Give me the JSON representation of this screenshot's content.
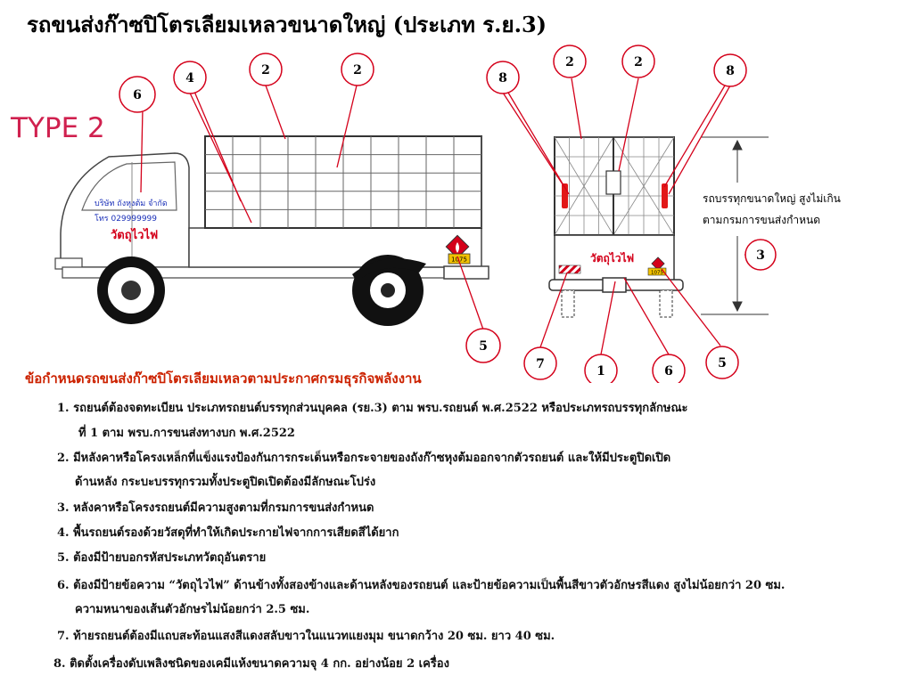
{
  "title": "รถขนส่งก๊าซปิโตรเลียมเหลวขนาดใหญ่ (ประเภท ร.ย.3)",
  "type_label": "TYPE 2",
  "truck_side": {
    "company_name": "บริษัท ถังหุงต้ม จำกัด",
    "phone": "โทร 029999999",
    "flammable_text": "วัตถุไวไฟ",
    "un_number": "1075"
  },
  "truck_rear": {
    "flammable_text": "วัตถุไวไฟ",
    "un_number": "1075"
  },
  "callouts": {
    "side": [
      "6",
      "4",
      "2",
      "2",
      "5"
    ],
    "rear_top": [
      "8",
      "2",
      "2",
      "8"
    ],
    "rear_bottom": [
      "7",
      "1",
      "6",
      "5"
    ],
    "height": "3"
  },
  "height_note": {
    "line1": "รถบรรทุกขนาดใหญ่ สูงไม่เกิน",
    "line2": "ตามกรมการขนส่งกำหนด"
  },
  "section_heading": "ข้อกำหนดรถขนส่งก๊าซปิโตรเลียมเหลวตามประกาศกรมธุรกิจพลังงาน",
  "rules": [
    "1.  รถยนต์ต้องจดทะเบียน  ประเภทรถยนต์บรรทุกส่วนบุคคล (รย.3) ตาม พรบ.รถยนต์ พ.ศ.2522  หรือประเภทรถบรรทุกลักษณะ",
    "ที่  1   ตาม  พรบ.การขนส่งทางบก  พ.ศ.2522",
    "2.  มีหลังคาหรือโครงเหล็กที่แข็งแรงป้องกันการกระเด็นหรือกระจายของถังก๊าซหุงต้มออกจากตัวรถยนต์ และให้มีประตูปิดเปิด",
    "ด้านหลัง กระบะบรรทุกรวมทั้งประตูปิดเปิดต้องมีลักษณะโปร่ง",
    "3.  หลังคาหรือโครงรถยนต์มีความสูงตามที่กรมการขนส่งกำหนด",
    "4.  พื้นรถยนต์รองด้วยวัสดุที่ทำให้เกิดประกายไฟจากการเสียดสีได้ยาก",
    "5.  ต้องมีป้ายบอกรหัสประเภทวัตถุอันตราย",
    "6.  ต้องมีป้ายข้อความ “วัตถุไวไฟ” ด้านข้างทั้งสองข้างและด้านหลังของรถยนต์  และป้ายข้อความเป็นพื้นสีขาวตัวอักษรสีแดง สูงไม่น้อยกว่า 20  ซม.",
    "ความหนาของเส้นตัวอักษรไม่น้อยกว่า 2.5 ซม.",
    "7.  ท้ายรถยนต์ต้องมีแถบสะท้อนแสงสีแดงสลับขาวในแนวทแยงมุม ขนาดกว้าง 20 ซม. ยาว 40 ซม.",
    "8.  ติดตั้งเครื่องดับเพลิงชนิดของเคมีแห้งขนาดความจุ 4 กก. อย่างน้อย 2 เครื่อง"
  ],
  "colors": {
    "callout_circle": "#d4001a",
    "type_label": "#d0214f",
    "heading": "#cc2200",
    "company_text": "#1a2fb8",
    "flammable_text": "#d4001a",
    "un_plate": "#f2c200"
  }
}
